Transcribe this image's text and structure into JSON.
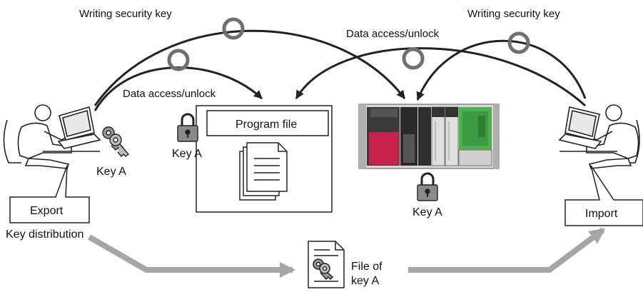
{
  "labels": {
    "writing_key_left": "Writing security key",
    "writing_key_right": "Writing security key",
    "data_access_top": "Data access/unlock",
    "data_access_left": "Data access/unlock",
    "program_file": "Program file",
    "key_a_file": "Key A",
    "key_a_pc": "Key A",
    "key_a_plc": "Key A",
    "export": "Export",
    "key_distribution": "Key distribution",
    "import": "Import",
    "file_of": "File of",
    "key_a": "key A"
  },
  "colors": {
    "arrow": "#222222",
    "ring": "#707070",
    "flow_arrow": "#a6a6a6",
    "plc_red": "#c8234a",
    "plc_black": "#2a2a2a",
    "plc_green": "#4caf50"
  }
}
